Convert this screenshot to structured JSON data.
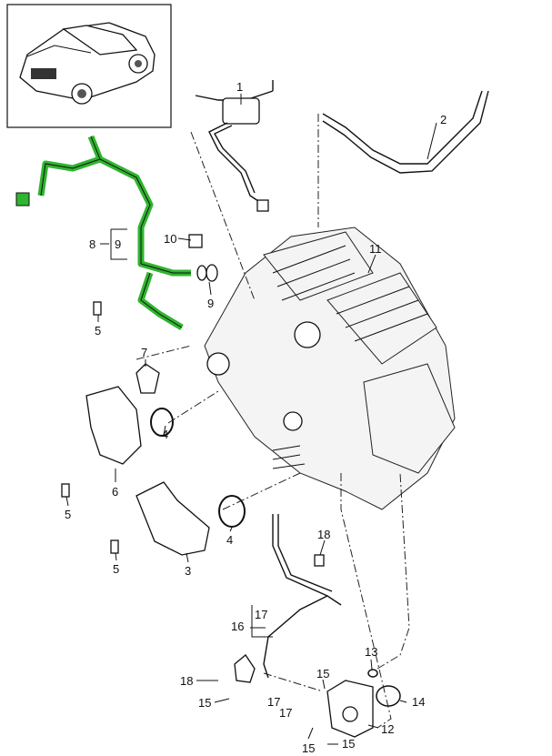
{
  "diagram": {
    "labels": [
      "1",
      "2",
      "11",
      "10",
      "8",
      "9",
      "9",
      "5",
      "7",
      "4",
      "6",
      "5",
      "5",
      "3",
      "4",
      "18",
      "17",
      "16",
      "13",
      "18",
      "15",
      "15",
      "17",
      "17",
      "14",
      "12",
      "15",
      "15"
    ],
    "colors": {
      "highlight_hose": "#2fb52f",
      "line": "#111111"
    }
  }
}
